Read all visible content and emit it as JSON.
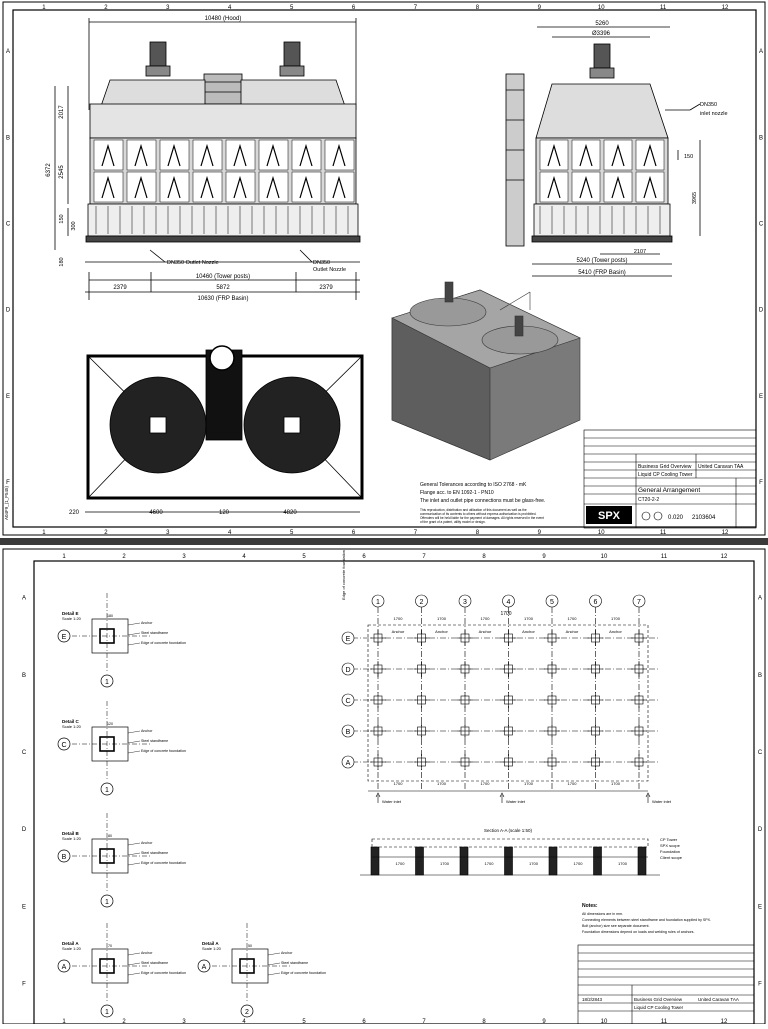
{
  "sheet1": {
    "grid_cols": [
      "1",
      "2",
      "3",
      "4",
      "5",
      "6",
      "7",
      "8",
      "9",
      "10",
      "11",
      "12"
    ],
    "grid_rows": [
      "A",
      "B",
      "C",
      "D",
      "E",
      "F"
    ],
    "front_view": {
      "total_length": "10480 (Hood)",
      "height_total": "6372",
      "height_upper": "2017",
      "height_mid": "2545",
      "dim_150": "150",
      "dim_300": "300",
      "dim_180": "180",
      "outlet_left": "DN350 Outlet Nozzle",
      "outlet_right_1": "DN350",
      "outlet_right_2": "Outlet Nozzle",
      "tower_posts": "10460 (Tower posts)",
      "span_left": "2379",
      "span_mid": "5872",
      "span_right": "2379",
      "frp_basin": "10630 (FRP Basin)"
    },
    "side_view": {
      "width_top": "5260",
      "fan_dia": "Ø3396",
      "inlet_1": "DN350",
      "inlet_2": "inlet nozzle",
      "dim_150": "150",
      "dim_3965": "3965",
      "dim_2107": "2107",
      "tower_posts": "5240 (Tower posts)",
      "frp_basin": "5410 (FRP Basin)"
    },
    "plan_view": {
      "dim_220": "220",
      "dim_4600": "4600",
      "dim_120": "120",
      "dim_4820": "4820"
    },
    "notes": {
      "line1": "General Tolerances according to ISO 2768 - mK",
      "line2": "Flange acc. to EN 1092-1 - PN10",
      "line3": "The inlet and outlet pipe connections must be glass-free.",
      "fine1": "This reproduction, distribution and utilization of this document as well as the",
      "fine2": "communication of its contents to others without express authorization is prohibited.",
      "fine3": "Offenders will be held liable for the payment of damages. All rights reserved in the event",
      "fine4": "of the grant of a patent, utility model or design."
    },
    "title_block": {
      "project": "Business Grid Overview",
      "customer": "United Caravan TAA",
      "plant": "Liquid CP Cooling Tower",
      "title": "General Arrangement",
      "type": "CT20-2-2",
      "scale": "0.020",
      "drawing_no": "2103604",
      "logo": "SPX"
    },
    "side_label": "A04F9_(1_F545)"
  },
  "sheet2": {
    "grid_cols": [
      "1",
      "2",
      "3",
      "4",
      "5",
      "6",
      "7",
      "8",
      "9",
      "10",
      "11",
      "12"
    ],
    "grid_rows": [
      "A",
      "B",
      "C",
      "D",
      "E",
      "F"
    ],
    "axes_cols": [
      "1",
      "2",
      "3",
      "4",
      "5",
      "6",
      "7"
    ],
    "axes_rows": [
      "E",
      "D",
      "C",
      "B",
      "A"
    ],
    "anchor": "Anchor",
    "section_label": "Section A-A (scale 1:50)",
    "water_in": "Water inlet",
    "edge_label": "Edge of concrete foundation",
    "cp_labels": [
      "CP Tower",
      "SPX scope",
      "Foundation",
      "Client scope"
    ],
    "details": [
      {
        "title": "Detail E",
        "scale": "Scale 1:20",
        "axis": "E",
        "col": "1"
      },
      {
        "title": "Detail C",
        "scale": "Scale 1:20",
        "axis": "C",
        "col": "1"
      },
      {
        "title": "Detail B",
        "scale": "Scale 1:20",
        "axis": "B",
        "col": "1"
      },
      {
        "title": "Detail A",
        "scale": "Scale 1:20",
        "axis": "A",
        "col": "1"
      },
      {
        "title": "Detail A",
        "scale": "Scale 1:20",
        "axis": "A",
        "col": "2"
      }
    ],
    "detail_labels": [
      "Anchor",
      "Steel standframe",
      "Edge of concrete foundation"
    ],
    "detail_dims": [
      "180",
      "120",
      "80",
      "70",
      "50",
      "30"
    ],
    "plan_dims": [
      "1700",
      "1700",
      "1700",
      "1700",
      "1700",
      "1700"
    ],
    "notes_title": "Notes:",
    "notes": [
      "All dimensions are in mm.",
      "Connecting elements between steel standframe and foundation supplied by SPX.",
      "Bolt (anchor) size see separate document.",
      "Foundation dimensions depend on loads and welding rules of anchors."
    ],
    "title_block": {
      "project": "Business Grid Overview",
      "customer": "United Caravan TAA",
      "plant": "Liquid CP Cooling Tower",
      "no": "18/2/2843"
    }
  }
}
